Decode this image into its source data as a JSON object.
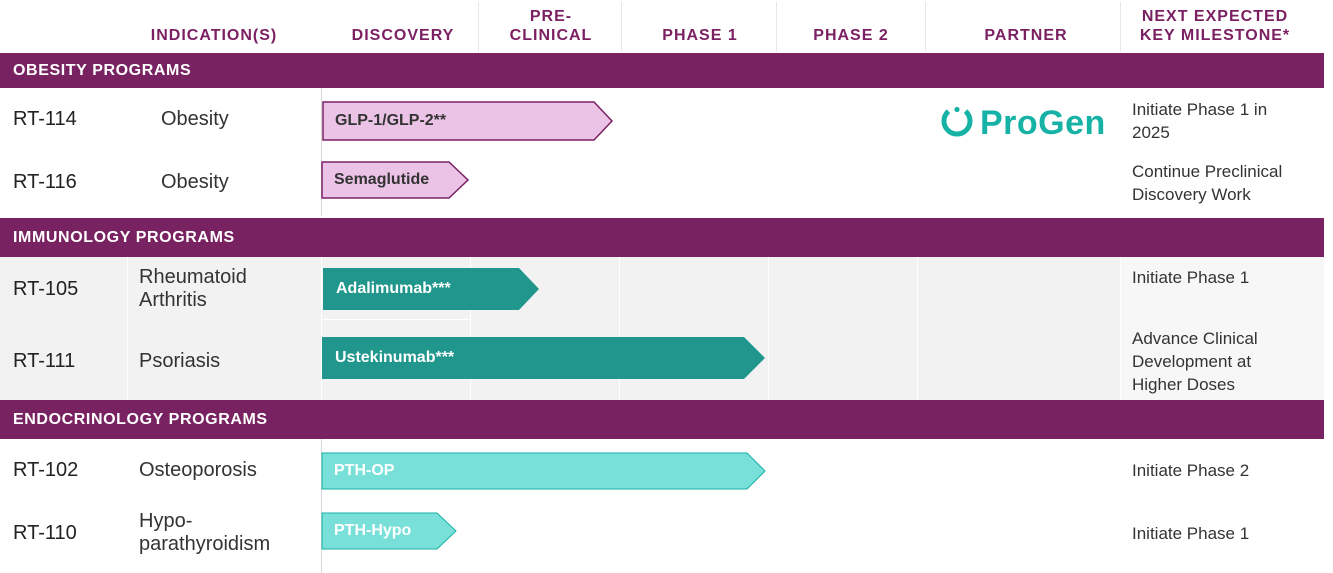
{
  "headers": {
    "indication": "INDICATION(S)",
    "discovery": "DISCOVERY",
    "preclinical_1": "PRE-",
    "preclinical_2": "CLINICAL",
    "phase1": "PHASE 1",
    "phase2": "PHASE 2",
    "partner": "PARTNER",
    "milestone_1": "NEXT EXPECTED",
    "milestone_2": "KEY MILESTONE*"
  },
  "sections": {
    "obesity": "OBESITY PROGRAMS",
    "immunology": "IMMUNOLOGY PROGRAMS",
    "endocrinology": "ENDOCRINOLOGY PROGRAMS"
  },
  "rows": {
    "rt114": {
      "id": "RT-114",
      "indication": "Obesity",
      "program": "GLP-1/GLP-2**",
      "milestone_1": "Initiate Phase 1 in",
      "milestone_2": "2025"
    },
    "rt116": {
      "id": "RT-116",
      "indication": "Obesity",
      "program": "Semaglutide",
      "milestone_1": "Continue Preclinical",
      "milestone_2": "Discovery Work"
    },
    "rt105": {
      "id": "RT-105",
      "indication_1": "Rheumatoid",
      "indication_2": "Arthritis",
      "program": "Adalimumab***",
      "milestone_1": "Initiate Phase 1"
    },
    "rt111": {
      "id": "RT-111",
      "indication": "Psoriasis",
      "program": "Ustekinumab***",
      "milestone_1": "Advance Clinical",
      "milestone_2": "Development at",
      "milestone_3": "Higher Doses"
    },
    "rt102": {
      "id": "RT-102",
      "indication": "Osteoporosis",
      "program": "PTH-OP",
      "milestone_1": "Initiate Phase 2"
    },
    "rt110": {
      "id": "RT-110",
      "indication_1": "Hypo-",
      "indication_2": "parathyroidism",
      "program": "PTH-Hypo",
      "milestone_1": "Initiate Phase 1"
    }
  },
  "partner": {
    "name": "ProGen",
    "icon": "progen-ring-logo"
  },
  "colors": {
    "band": "#782261",
    "header_text": "#7b2163",
    "obesity_arrow": "#ebc3e6",
    "obesity_stroke": "#7b2163",
    "immunology_arrow": "#21968c",
    "endocrinology_arrow": "#78e0d9",
    "partner": "#17b2a6"
  }
}
